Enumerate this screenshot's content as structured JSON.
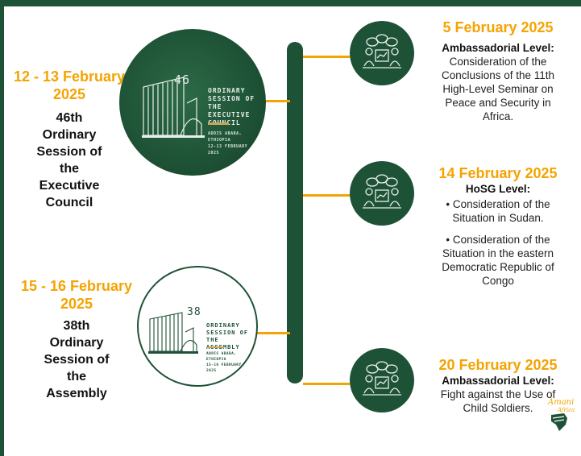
{
  "left_events": [
    {
      "date": "12 - 13 February 2025",
      "title_lines": [
        "46th",
        "Ordinary",
        "Session of",
        "the",
        "Executive",
        "Council"
      ],
      "logo": {
        "number": "46",
        "lines": [
          "ORDINARY",
          "SESSION OF",
          "THE EXECUTIVE",
          "COUNCIL"
        ],
        "location_lines": [
          "ADDIS ABABA,",
          "ETHIOPIA",
          "12-13 FEBRUARY",
          "2025"
        ]
      }
    },
    {
      "date": "15 - 16 February 2025",
      "title_lines": [
        "38th",
        "Ordinary",
        "Session of",
        "the",
        "Assembly"
      ],
      "logo": {
        "number": "38",
        "lines": [
          "ORDINARY",
          "SESSION OF",
          "THE ASSEMBLY"
        ],
        "location_lines": [
          "ADDIS ABABA,",
          "ETHIOPIA",
          "15-16 FEBRUARY",
          "2025"
        ]
      }
    }
  ],
  "right_events": [
    {
      "date": "5 February 2025",
      "level": "Ambassadorial Level:",
      "items": [
        [
          "Consideration of the",
          "Conclusions of the 11th",
          "High-Level Seminar on",
          "Peace and Security in",
          "Africa."
        ]
      ]
    },
    {
      "date": "14 February 2025",
      "level": "HoSG Level:",
      "items": [
        [
          "• Consideration of the",
          "Situation in Sudan."
        ],
        [
          "• Consideration of the",
          "Situation in the eastern",
          "Democratic Republic of",
          "Congo"
        ]
      ]
    },
    {
      "date": "20 February 2025",
      "level": "Ambassadorial Level:",
      "items": [
        [
          "Fight against the Use of",
          "Child Soldiers."
        ]
      ]
    }
  ],
  "watermark": {
    "line1": "Amani",
    "line2": "Africa"
  },
  "colors": {
    "green": "#1e5236",
    "orange": "#f5a300"
  },
  "icons": [
    "meeting-icon"
  ]
}
